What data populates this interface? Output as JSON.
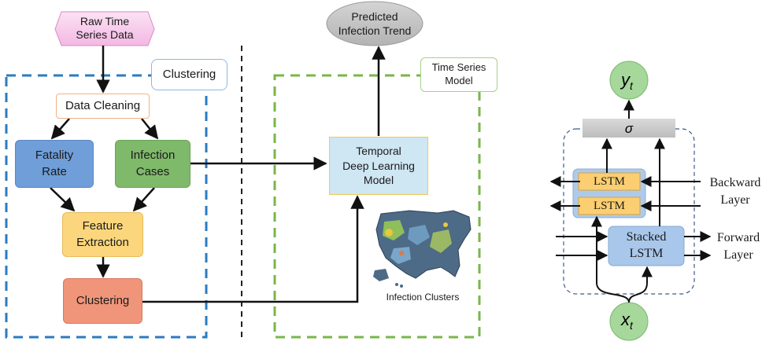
{
  "pipeline": {
    "raw_data": "Raw Time\nSeries Data",
    "clustering_label": "Clustering",
    "data_cleaning": "Data Cleaning",
    "fatality_rate": "Fatality\nRate",
    "infection_cases": "Infection\nCases",
    "feature_extraction": "Feature\nExtraction",
    "clustering_box": "Clustering",
    "time_series_label": "Time Series\nModel",
    "temporal_model": "Temporal\nDeep Learning\nModel",
    "predicted_trend": "Predicted\nInfection Trend",
    "map_caption": "Infection Clusters"
  },
  "lstm": {
    "output": "y",
    "output_sub": "t",
    "input": "x",
    "input_sub": "t",
    "sigma": "σ",
    "lstm_top": "LSTM",
    "lstm_bottom": "LSTM",
    "stacked": "Stacked\nLSTM",
    "backward": "Backward\nLayer",
    "forward": "Forward\nLayer"
  },
  "colors": {
    "blue_dash": "#2b7bbf",
    "green_dash": "#7ab648",
    "fatality": "#6f9ed9",
    "infection": "#7fb96a",
    "feature": "#fbd67c",
    "clustering": "#f0957a",
    "temporal": "#cfe6f3",
    "lstm_fill": "#fbcf71",
    "stacked": "#a9c7ea",
    "node_green": "#a6d79b"
  }
}
